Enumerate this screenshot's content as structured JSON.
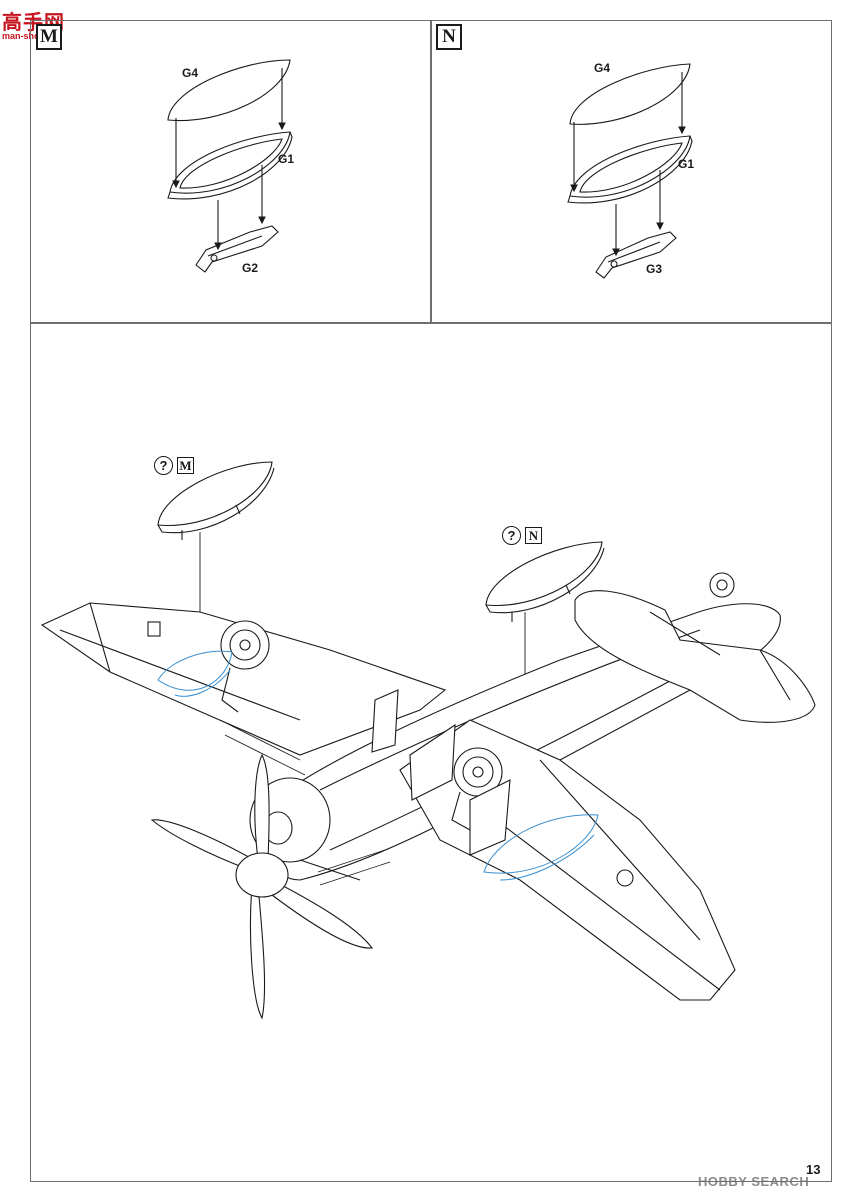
{
  "panels": {
    "M": {
      "step_letter": "M",
      "parts": {
        "top_cover": "G4",
        "middle_frame": "G1",
        "bottom_strut": "G2"
      }
    },
    "N": {
      "step_letter": "N",
      "parts": {
        "top_cover": "G4",
        "middle_frame": "G1",
        "bottom_strut": "G3"
      }
    }
  },
  "main": {
    "callouts": [
      {
        "symbol": "?",
        "step_ref": "M"
      },
      {
        "symbol": "?",
        "step_ref": "N"
      }
    ]
  },
  "page_number": "13",
  "watermarks": {
    "top_left": "高手网",
    "top_left_sub": "man-shou.net",
    "bottom_right": "HOBBY SEARCH"
  },
  "colors": {
    "line": "#1a1a1a",
    "frame": "#6f6f6f",
    "placement_blue": "#3a8fd0",
    "watermark_red": "#c8141e"
  }
}
